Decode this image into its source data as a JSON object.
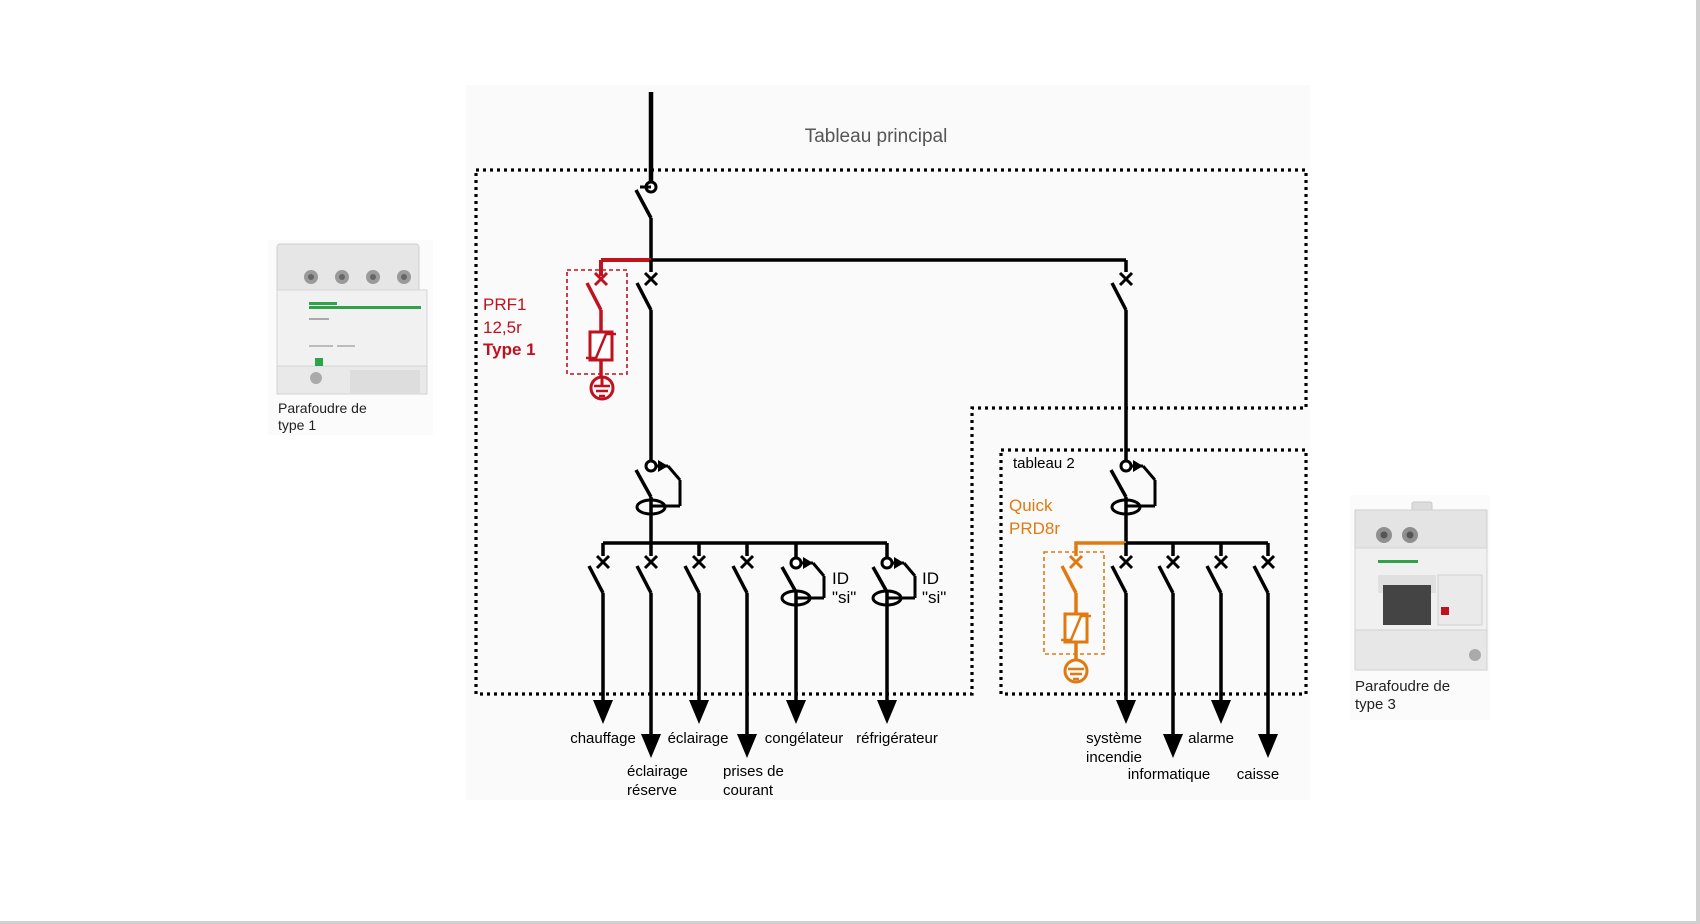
{
  "title": "Tableau principal",
  "subpanel_title": "tableau 2",
  "spd1": {
    "label_line1": "PRF1",
    "label_line2": "12,5r",
    "label_line3": "Type 1",
    "color": "#c0111f"
  },
  "spd2": {
    "label_line1": "Quick",
    "label_line2": "PRD8r",
    "color": "#e07a10"
  },
  "id_si_1": {
    "line1": "ID",
    "line2": "\"si\""
  },
  "id_si_2": {
    "line1": "ID",
    "line2": "\"si\""
  },
  "product_left": {
    "caption_line1": "Parafoudre de",
    "caption_line2": "type 1"
  },
  "product_right": {
    "caption_line1": "Parafoudre de",
    "caption_line2": "type 3"
  },
  "circuits_main": {
    "chauffage": "chauffage",
    "eclairage_reserve_1": "éclairage",
    "eclairage_reserve_2": "réserve",
    "eclairage": "éclairage",
    "prises_1": "prises de",
    "prises_2": "courant",
    "congelateur": "congélateur",
    "refrigerateur": "réfrigérateur"
  },
  "circuits_t2": {
    "incendie_1": "système",
    "incendie_2": "incendie",
    "informatique": "informatique",
    "alarme": "alarme",
    "caisse": "caisse"
  },
  "colors": {
    "line": "#000000",
    "spd1": "#c0111f",
    "spd2": "#e07a10",
    "title": "#555555",
    "caption": "#222222"
  }
}
